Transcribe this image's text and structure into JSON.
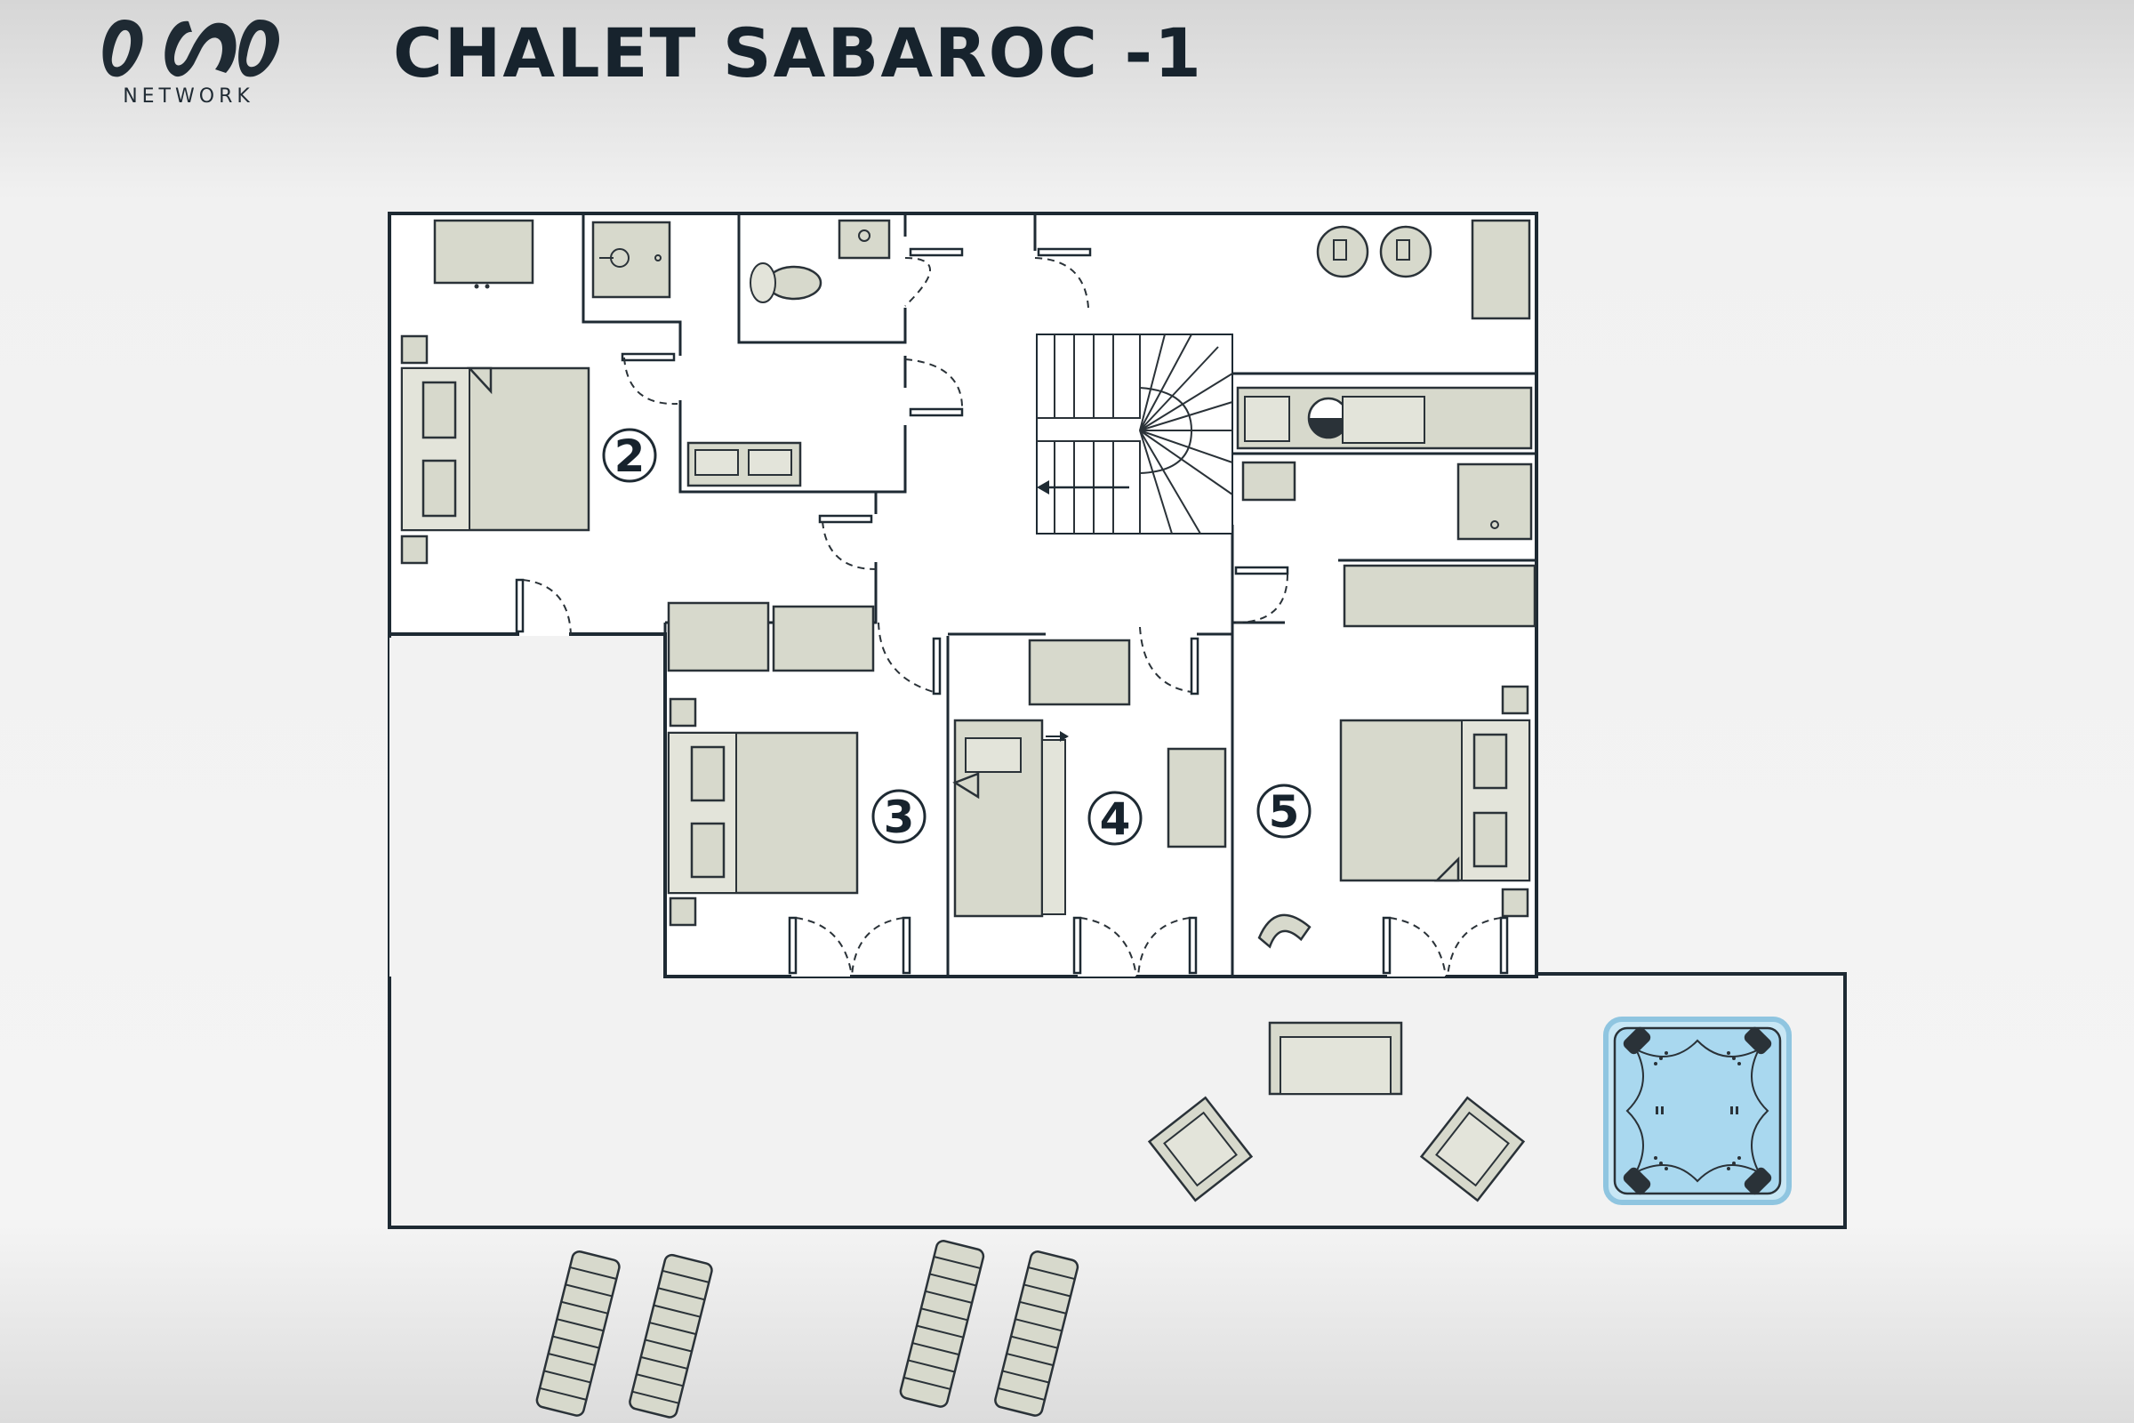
{
  "header": {
    "logo_text": "NETWORK",
    "title": "CHALET SABAROC -1"
  },
  "rooms": [
    {
      "id": "bedroom-2",
      "label": "2"
    },
    {
      "id": "bedroom-3",
      "label": "3"
    },
    {
      "id": "bedroom-4",
      "label": "4"
    },
    {
      "id": "bedroom-5",
      "label": "5"
    }
  ],
  "icons": {
    "logo": "ono-network-logo",
    "water_heater": "water-heater-icon",
    "hot_tub": "hot-tub-icon",
    "sun_lounger": "sun-lounger-icon",
    "stairs": "staircase-icon"
  },
  "colors": {
    "wall": "#1e2a33",
    "furniture": "#d7d9cc",
    "hot_tub_water": "#a9d8ef",
    "title": "#17232d",
    "background": "#f1f1f1"
  }
}
